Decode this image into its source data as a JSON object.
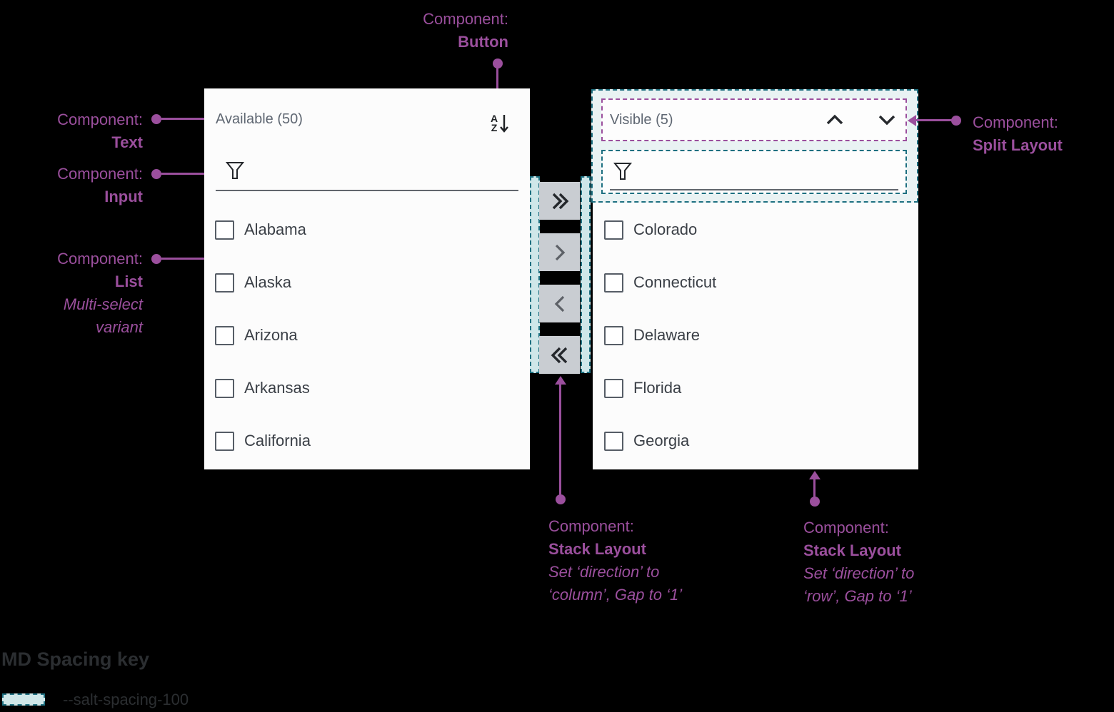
{
  "annotations": {
    "prefix": "Component:",
    "button": {
      "name": "Button"
    },
    "text": {
      "name": "Text"
    },
    "input": {
      "name": "Input"
    },
    "list": {
      "name": "List",
      "variant_line1": "Multi-select",
      "variant_line2": "variant"
    },
    "split_layout": {
      "name": "Split Layout"
    },
    "stack_column": {
      "name": "Stack Layout",
      "note_line1": "Set ‘direction’ to",
      "note_line2": "‘column’, Gap to ‘1’"
    },
    "stack_row": {
      "name": "Stack Layout",
      "note_line1": "Set ‘direction’ to",
      "note_line2": "‘row’, Gap to ‘1’"
    }
  },
  "left_panel": {
    "title": "Available (50)",
    "sort_icon_top": "A",
    "sort_icon_bottom": "Z",
    "items": [
      "Alabama",
      "Alaska",
      "Arizona",
      "Arkansas",
      "California"
    ]
  },
  "right_panel": {
    "title": "Visible (5)",
    "items": [
      "Colorado",
      "Connecticut",
      "Delaware",
      "Florida",
      "Georgia"
    ]
  },
  "icons": {
    "sort": "sort-alphabetical-descending-icon",
    "filter": "filter-icon",
    "move_all_right": "double-chevron-right-icon",
    "move_right": "chevron-right-icon",
    "move_left": "chevron-left-icon",
    "move_all_left": "double-chevron-left-icon",
    "move_up": "chevron-up-icon",
    "move_down": "chevron-down-icon"
  },
  "spacing_key": {
    "heading": "MD Spacing key",
    "token": "--salt-spacing-100"
  },
  "colors": {
    "annotation_purple": "#9b4f9d",
    "spacing_teal_border": "#1e7081",
    "spacing_teal_fill": "#cfe7e9",
    "panel_background": "#fcfcfc",
    "title_gray": "#5f6772",
    "item_text": "#3a3f46",
    "button_gray": "#c9cdd2"
  }
}
